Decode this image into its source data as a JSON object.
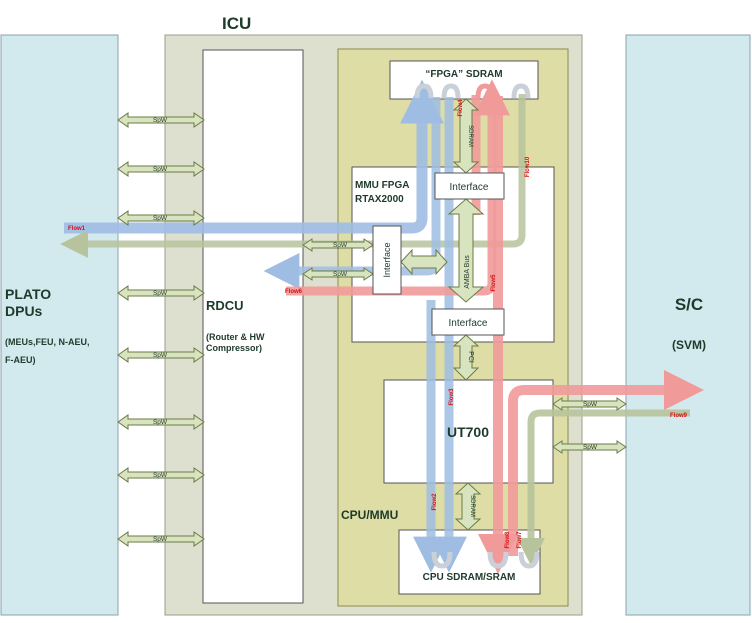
{
  "icu": {
    "title": "ICU"
  },
  "plato": {
    "title_line1": "PLATO",
    "title_line2": "DPUs",
    "sub_line1": "(MEUs,FEU, N-AEU,",
    "sub_line2": "F-AEU)"
  },
  "sc": {
    "title": "S/C",
    "sub": "(SVM)"
  },
  "rdcu": {
    "title": "RDCU",
    "sub_line1": "(Router & HW",
    "sub_line2": "Compressor)"
  },
  "cpu_mmu": {
    "title": "CPU/MMU"
  },
  "fpga_sdram": {
    "title": "“FPGA” SDRAM"
  },
  "mmu_fpga": {
    "title_line1": "MMU FPGA",
    "title_line2": "RTAX2000"
  },
  "interfaces": {
    "top": "Interface",
    "middle": "Interface",
    "vertical": "Interface"
  },
  "ut700": {
    "title": "UT700"
  },
  "cpu_sdram": {
    "title": "CPU SDRAM/SRAM"
  },
  "buses": {
    "sdram_top": "SDRAM",
    "amba": "AMBA Bus",
    "pci": "PCI",
    "sdram_bottom": "SDRAM"
  },
  "spw_label": "SpW",
  "flows": {
    "flow1": "Flow1",
    "flow2": "Flow2",
    "flow3": "Flow3",
    "flow4": "Flow4",
    "flow5": "Flow5",
    "flow6": "Flow6",
    "flow7": "Flow7",
    "flow8": "Flow8",
    "flow9": "Flow9",
    "flow10": "Flow10"
  },
  "colors": {
    "blue_flow": "#9fbde3",
    "red_flow": "#f19a9a",
    "green_flow": "#b7c39c",
    "panel": "#d2e9ee",
    "icu_bg": "#dde0cf",
    "cpu_bg": "#dedda6",
    "spw_arrow": "#d8e4bf",
    "spw_stroke": "#6d7a45",
    "flow_label": "#d31010"
  }
}
